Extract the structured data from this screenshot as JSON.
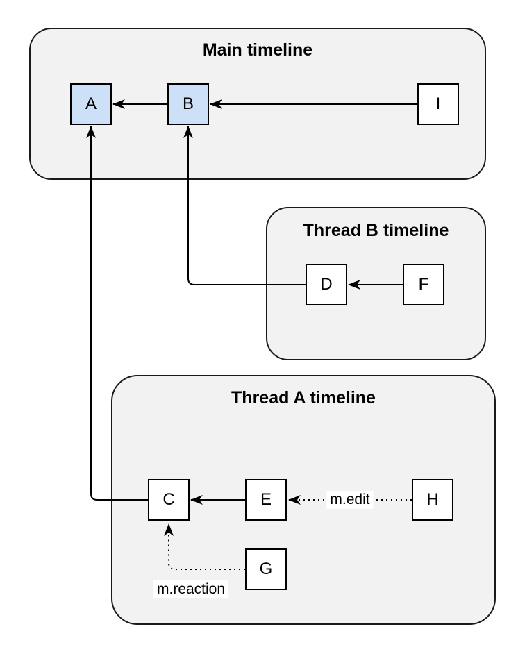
{
  "containers": {
    "main": {
      "title": "Main timeline"
    },
    "thread_b": {
      "title": "Thread B timeline"
    },
    "thread_a": {
      "title": "Thread A timeline"
    }
  },
  "nodes": {
    "A": "A",
    "B": "B",
    "C": "C",
    "D": "D",
    "E": "E",
    "F": "F",
    "G": "G",
    "H": "H",
    "I": "I"
  },
  "edge_labels": {
    "edit": "m.edit",
    "reaction": "m.reaction"
  },
  "highlighted_nodes": [
    "A",
    "B"
  ],
  "colors": {
    "container_fill": "#f2f2f2",
    "container_border": "#1a1a1a",
    "node_fill": "#ffffff",
    "node_highlight_fill": "#cce0f7",
    "stroke": "#000000",
    "edge_label_background": "#ffffff"
  }
}
